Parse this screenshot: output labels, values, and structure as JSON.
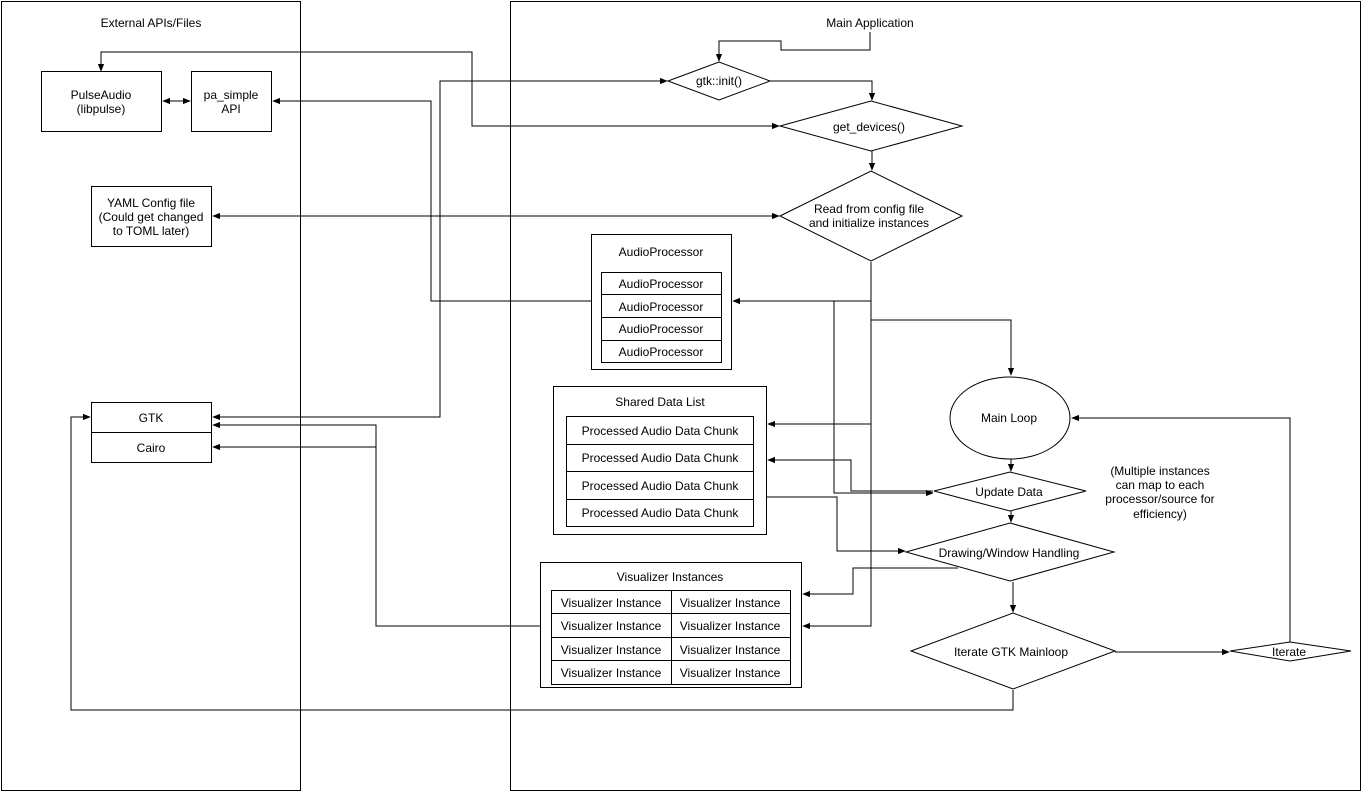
{
  "containers": {
    "external": "External APIs/Files",
    "main": "Main Application"
  },
  "external": {
    "pulseaudio": [
      "PulseAudio",
      "(libpulse)"
    ],
    "pa_simple": [
      "pa_simple",
      "API"
    ],
    "yaml_config": [
      "YAML Config file",
      "(Could get changed",
      "to TOML later)"
    ],
    "gtk": "GTK",
    "cairo": "Cairo"
  },
  "flow": {
    "gtk_init": "gtk::init()",
    "get_devices": "get_devices()",
    "read_config": [
      "Read from config file",
      "and initialize instances"
    ],
    "main_loop": "Main Loop",
    "update_data": "Update Data",
    "drawing": "Drawing/Window Handling",
    "iterate_mainloop": "Iterate GTK Mainloop",
    "iterate": "Iterate"
  },
  "audio_processor": {
    "title": "AudioProcessor",
    "items": [
      "AudioProcessor",
      "AudioProcessor",
      "AudioProcessor",
      "AudioProcessor"
    ]
  },
  "shared_data": {
    "title": "Shared Data List",
    "items": [
      "Processed Audio Data Chunk",
      "Processed Audio Data Chunk",
      "Processed Audio Data Chunk",
      "Processed Audio Data Chunk"
    ]
  },
  "visualizers": {
    "title": "Visualizer Instances",
    "items": [
      "Visualizer Instance",
      "Visualizer Instance",
      "Visualizer Instance",
      "Visualizer Instance",
      "Visualizer Instance",
      "Visualizer Instance",
      "Visualizer Instance",
      "Visualizer Instance"
    ]
  },
  "note": [
    "(Multiple instances",
    "can map to each",
    "processor/source for",
    "efficiency)"
  ]
}
